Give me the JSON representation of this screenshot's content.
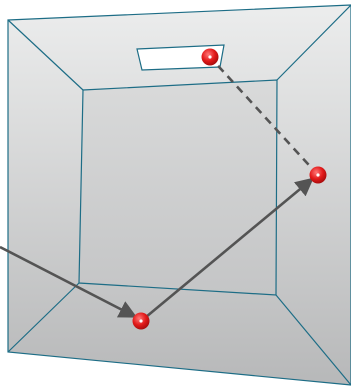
{
  "scene": {
    "colors": {
      "background": "#ffffff",
      "box_face_top": "#eceded",
      "box_face_bottom": "#b7b8b9",
      "edge": "#1d6d86",
      "window": "#ffffff",
      "path": "#545454",
      "point": "#e21a1a",
      "point_highlight": "#ffffff"
    },
    "elements": {
      "room": "room-box",
      "window": "window-opening",
      "path_solid": "light-ray",
      "path_dashed": "reflected-ray",
      "points": [
        "bounce-point-floor",
        "bounce-point-wall",
        "bounce-point-window"
      ]
    }
  }
}
